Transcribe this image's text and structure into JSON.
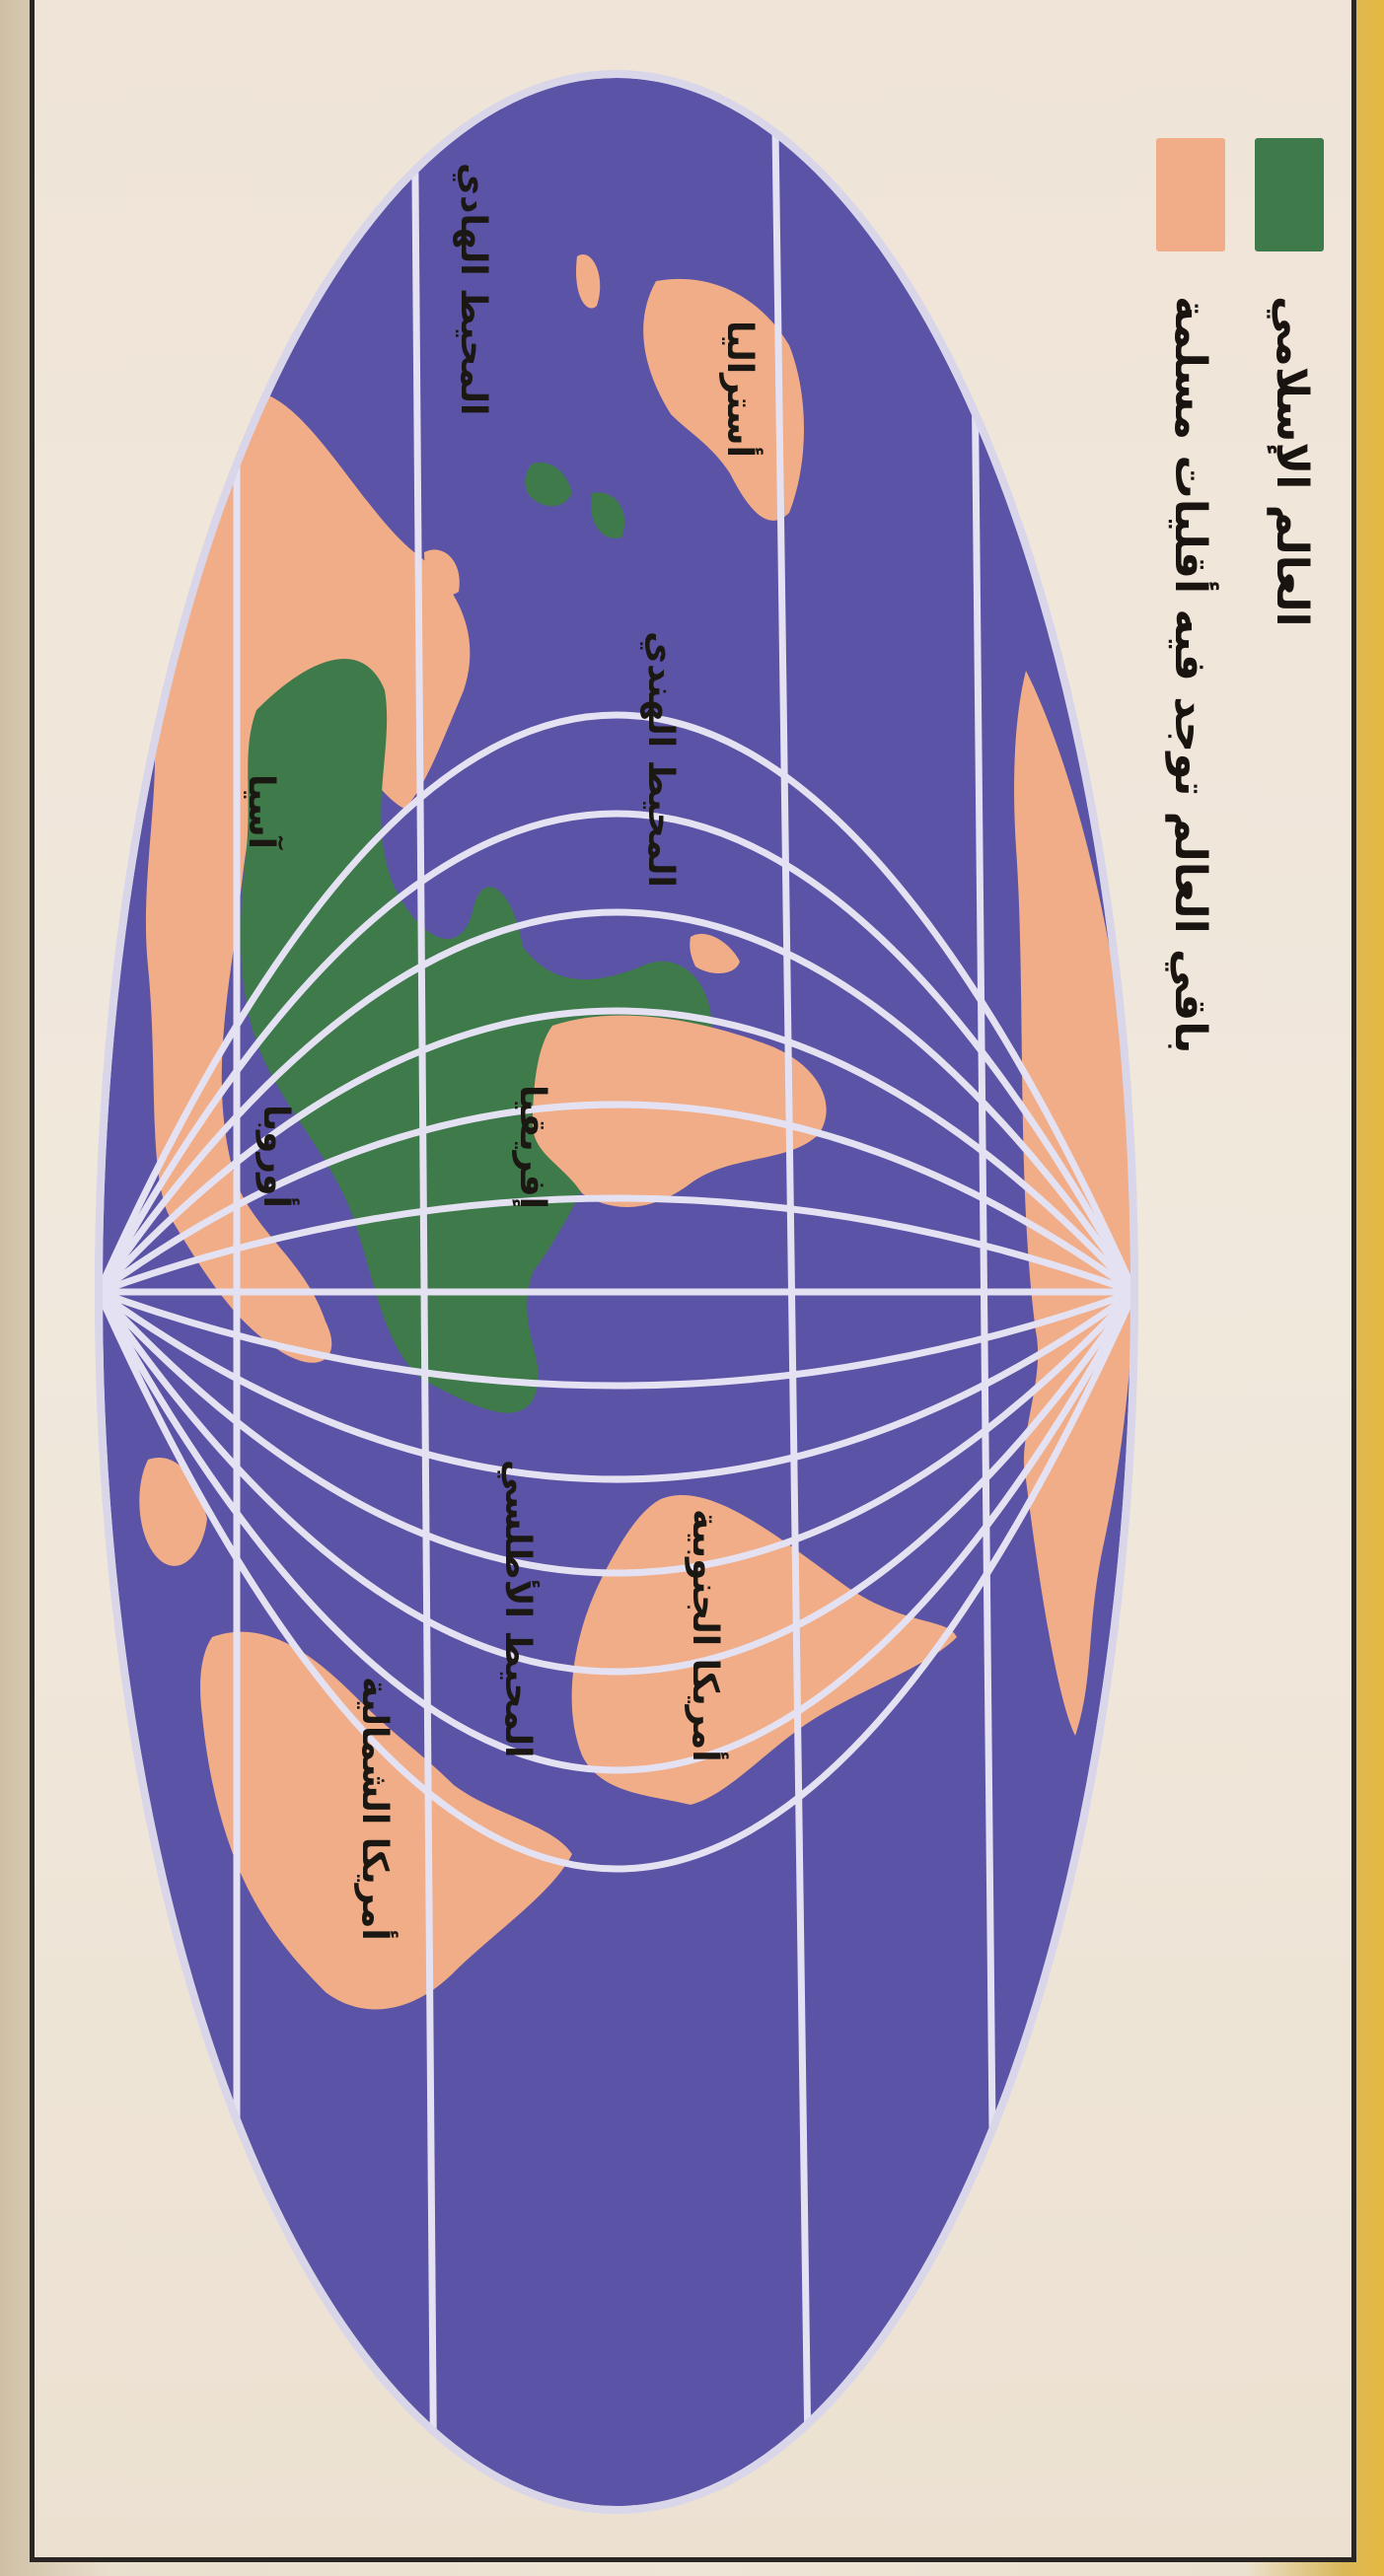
{
  "legend": {
    "items": [
      {
        "label": "العالم الإسلامي",
        "color": "#3f7a4b"
      },
      {
        "label": "باقي العالم توجد فيه أقليات مسلمة",
        "color": "#f0ad88"
      }
    ]
  },
  "map": {
    "ocean_color": "#5b53a6",
    "grid_color": "#e4e2f2",
    "labels": {
      "asia": "آسيا",
      "europe": "أوروبا",
      "africa": "إفريقيا",
      "australia": "أستراليا",
      "north_america": "أمريكا الشمالية",
      "south_america": "أمريكا الجنوبية",
      "pacific": "المحيط الهادي",
      "indian": "المحيط الهندي",
      "atlantic": "المحيط الأطلسي"
    }
  }
}
